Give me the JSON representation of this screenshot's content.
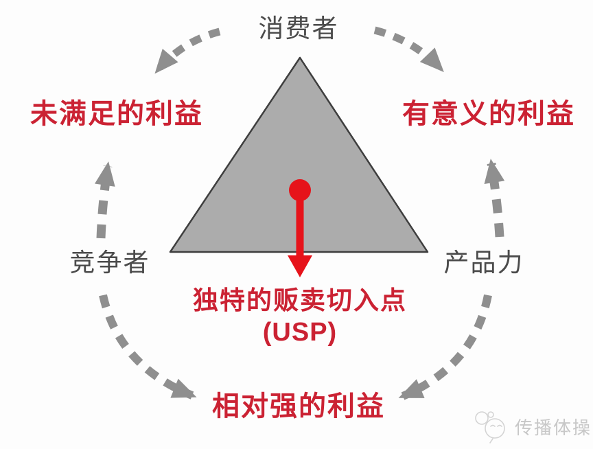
{
  "diagram": {
    "nodes": {
      "top": "消费者",
      "left": "竞争者",
      "right": "产品力"
    },
    "benefits": {
      "top_left": "未满足的利益",
      "top_right": "有意义的利益",
      "bottom": "相对强的利益"
    },
    "center": {
      "line1": "独特的贩卖切入点",
      "line2": "(USP)"
    },
    "colors": {
      "benefit_red": "#cb2233",
      "pin_red": "#e6131a",
      "node_text": "#4b4b4b",
      "arrow_gray": "#8f8f8f",
      "triangle_fill": "#acacac",
      "triangle_stroke": "#3e3e3e",
      "watermark_gray": "#c8c8c8",
      "background": "#fdfdfd"
    }
  },
  "watermark": {
    "label": "传播体操",
    "icon": "smiley-doodle-icon"
  }
}
